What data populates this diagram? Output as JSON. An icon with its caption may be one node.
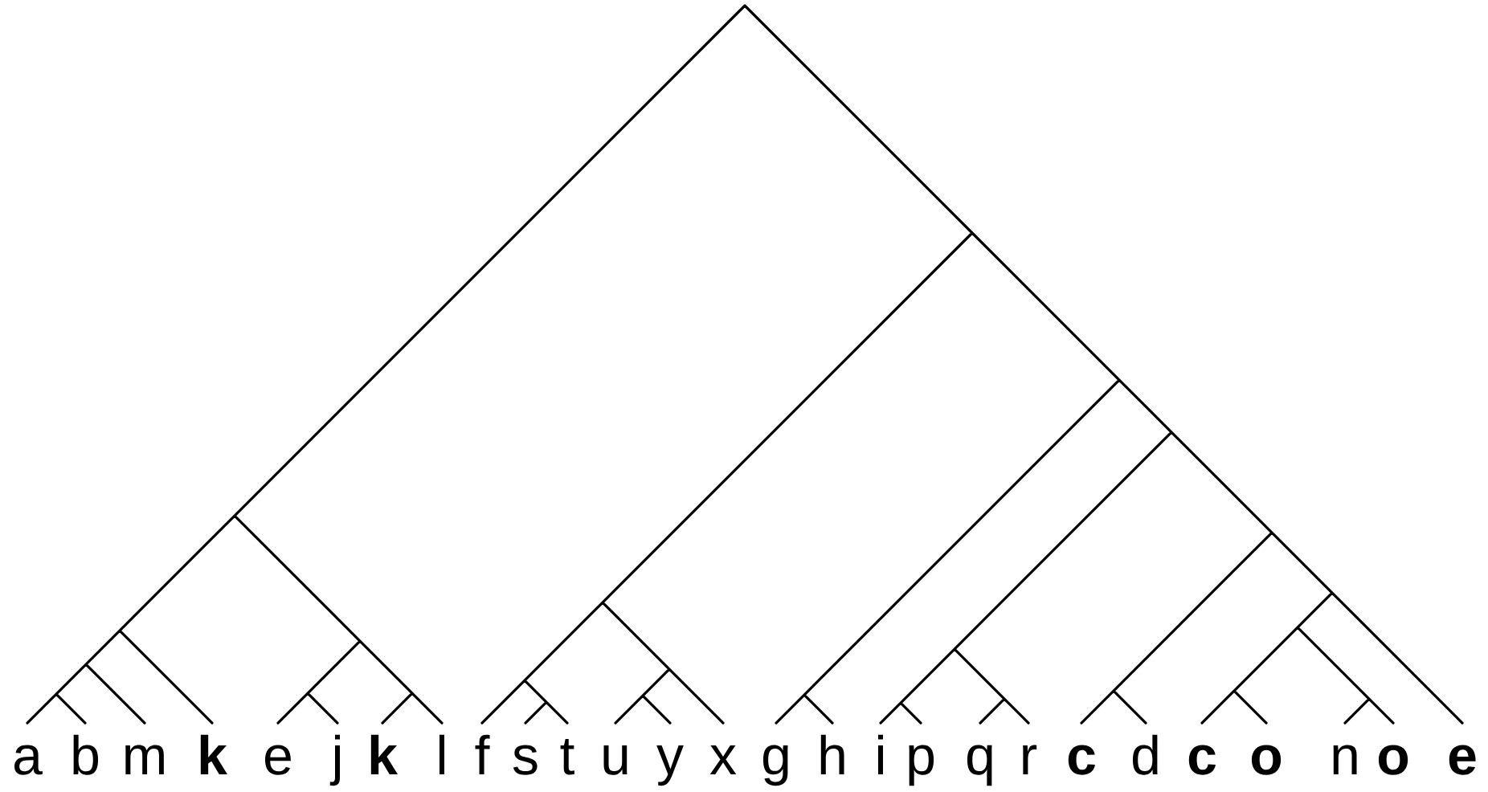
{
  "diagram": {
    "labels": [
      "a",
      "b",
      "m",
      "k",
      "e",
      "j",
      "k",
      "l",
      "f",
      "s",
      "t",
      "u",
      "y",
      "x",
      "g",
      "h",
      "i",
      "p",
      "q",
      "r",
      "c",
      "d",
      "c",
      "o",
      "n",
      "o",
      "e"
    ]
  }
}
